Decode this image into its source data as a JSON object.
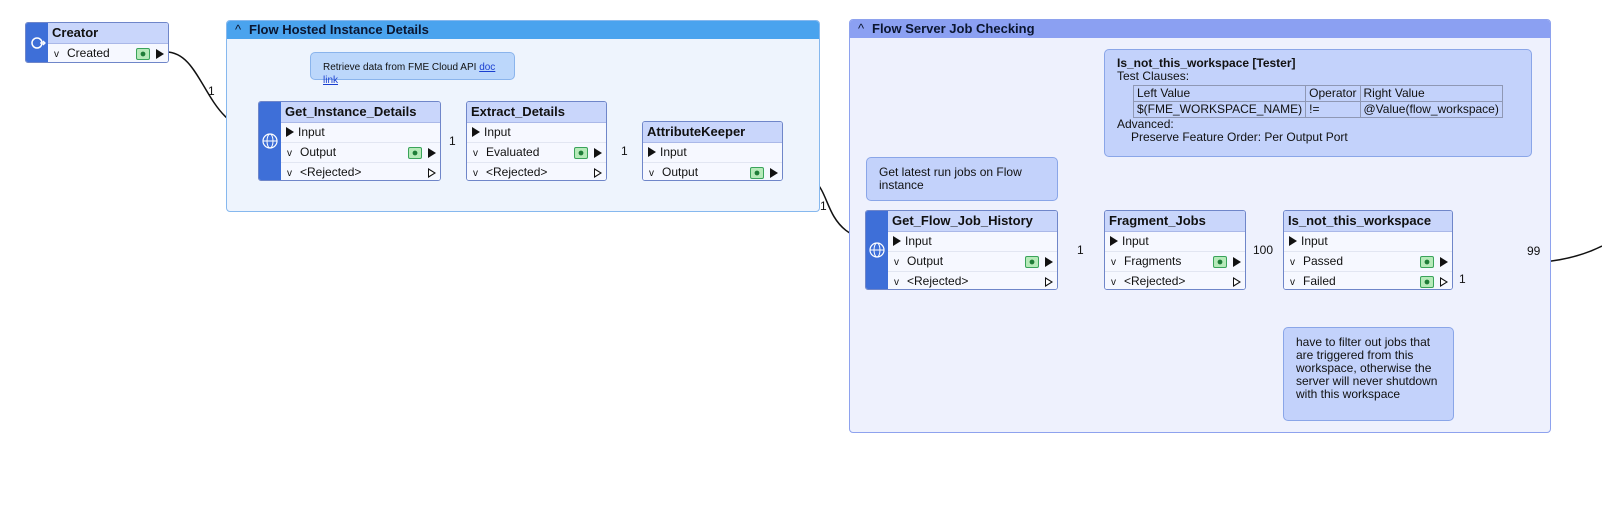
{
  "creator": {
    "title": "Creator",
    "port_created": "Created"
  },
  "bookmark_flow_hosted": {
    "title": "Flow Hosted Instance Details"
  },
  "bookmark_flow_server": {
    "title": "Flow Server Job Checking"
  },
  "annotation_retrieve": {
    "text": "Retrieve data from FME Cloud API",
    "link": "doc link"
  },
  "annotation_get_latest": {
    "text": "Get latest run jobs on Flow instance"
  },
  "annotation_filter": {
    "text": "have to filter out jobs that are triggered from this workspace, otherwise the server will never shutdown with this workspace"
  },
  "annotation_tester": {
    "title": "Is_not_this_workspace [Tester]",
    "clauses_label": "Test Clauses:",
    "headers": [
      "Left Value",
      "Operator",
      "Right Value"
    ],
    "row": [
      "$(FME_WORKSPACE_NAME)",
      "!=",
      "@Value(flow_workspace)"
    ],
    "advanced_label": "Advanced:",
    "advanced_value": "Preserve Feature Order: Per Output Port"
  },
  "get_instance_details": {
    "title": "Get_Instance_Details",
    "ports": [
      "Input",
      "Output",
      "<Rejected>"
    ]
  },
  "extract_details": {
    "title": "Extract_Details",
    "ports": [
      "Input",
      "Evaluated",
      "<Rejected>"
    ]
  },
  "attribute_keeper": {
    "title": "AttributeKeeper",
    "ports": [
      "Input",
      "Output"
    ]
  },
  "get_flow_job_history": {
    "title": "Get_Flow_Job_History",
    "ports": [
      "Input",
      "Output",
      "<Rejected>"
    ]
  },
  "fragment_jobs": {
    "title": "Fragment_Jobs",
    "ports": [
      "Input",
      "Fragments",
      "<Rejected>"
    ]
  },
  "is_not_this_workspace": {
    "title": "Is_not_this_workspace",
    "ports": [
      "Input",
      "Passed",
      "Failed"
    ]
  },
  "feature_counts": {
    "creator_to_instance": "1",
    "instance_to_extract": "1",
    "extract_to_keeper": "1",
    "keeper_to_history": "1",
    "history_to_fragment": "1",
    "fragment_to_tester": "100",
    "tester_passed": "99",
    "tester_failed": "1"
  },
  "icons": {
    "creator": "creator-icon",
    "http_caller": "globe-icon",
    "inspect": "eye-icon",
    "collapse": "caret-up-icon"
  }
}
